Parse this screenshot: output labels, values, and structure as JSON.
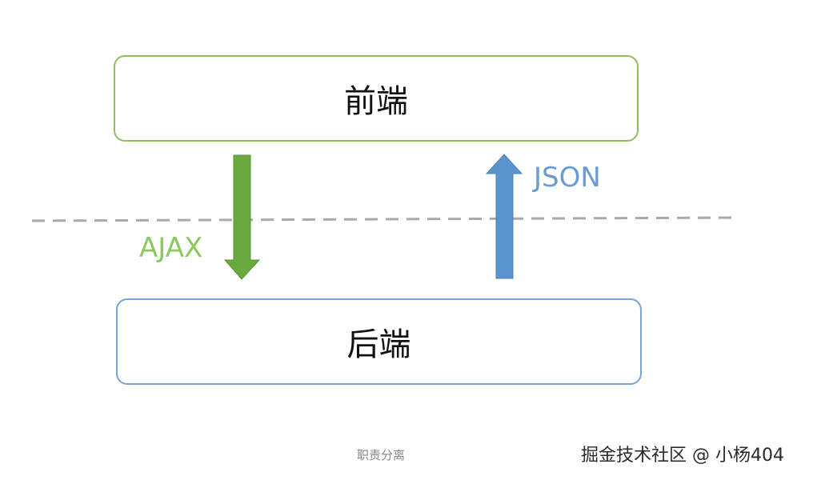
{
  "diagram": {
    "frontend_label": "前端",
    "backend_label": "后端",
    "request_label": "AJAX",
    "response_label": "JSON",
    "colors": {
      "frontend_border": "#8cc05a",
      "backend_border": "#7aa3d8",
      "down_arrow": "#6aa840",
      "up_arrow": "#5b93cf",
      "divider": "#aaaaaa"
    }
  },
  "caption": "职责分离",
  "watermark": "掘金技术社区 @ 小杨404"
}
